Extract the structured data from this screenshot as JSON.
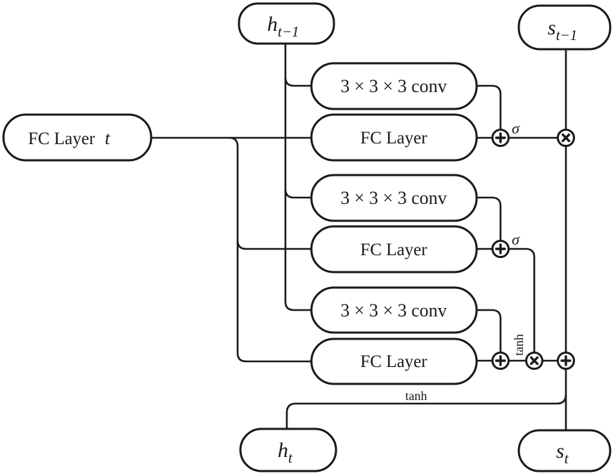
{
  "diagram": {
    "title_semantic": "convolutional-lstm-cell-diagram",
    "colors": {
      "background": "#ffffff",
      "stroke": "#1a1a1a",
      "box_fill": "#ffffff"
    },
    "boxes": {
      "h_prev": {
        "main": "h",
        "sub": "t−1"
      },
      "s_prev": {
        "main": "s",
        "sub": "t−1"
      },
      "h_out": {
        "main": "h",
        "sub": "t"
      },
      "s_out": {
        "main": "s",
        "sub": "t"
      },
      "fc_input": {
        "prefix": "FC Layer",
        "var": "t"
      },
      "conv": "3 × 3 × 3 conv",
      "fc": "FC Layer"
    },
    "operators": {
      "plus": "+",
      "times": "×"
    },
    "edge_labels": {
      "sigma": "σ",
      "tanh": "tanh"
    }
  }
}
